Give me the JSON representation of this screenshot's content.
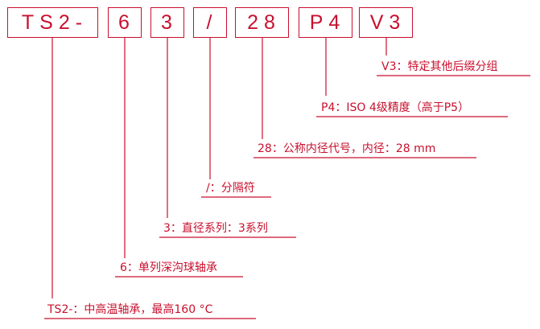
{
  "colors": {
    "accent": "#c8102e",
    "background": "#ffffff"
  },
  "code_segments": [
    {
      "id": "ts2",
      "text": "TS2-"
    },
    {
      "id": "six",
      "text": "6"
    },
    {
      "id": "three",
      "text": "3"
    },
    {
      "id": "slash",
      "text": "/"
    },
    {
      "id": "twentyeight",
      "text": "28"
    },
    {
      "id": "p4",
      "text": "P4"
    },
    {
      "id": "v3",
      "text": "V3"
    }
  ],
  "explanations": {
    "v3": "V3：特定其他后缀分组",
    "p4": "P4：ISO 4级精度（高于P5）",
    "twentyeight": "28：公称内径代号，内径：28 mm",
    "slash": "/：分隔符",
    "three": "3：直径系列：3系列",
    "six": "6：单列深沟球轴承",
    "ts2": "TS2-：中高温轴承，最高160 °C"
  }
}
